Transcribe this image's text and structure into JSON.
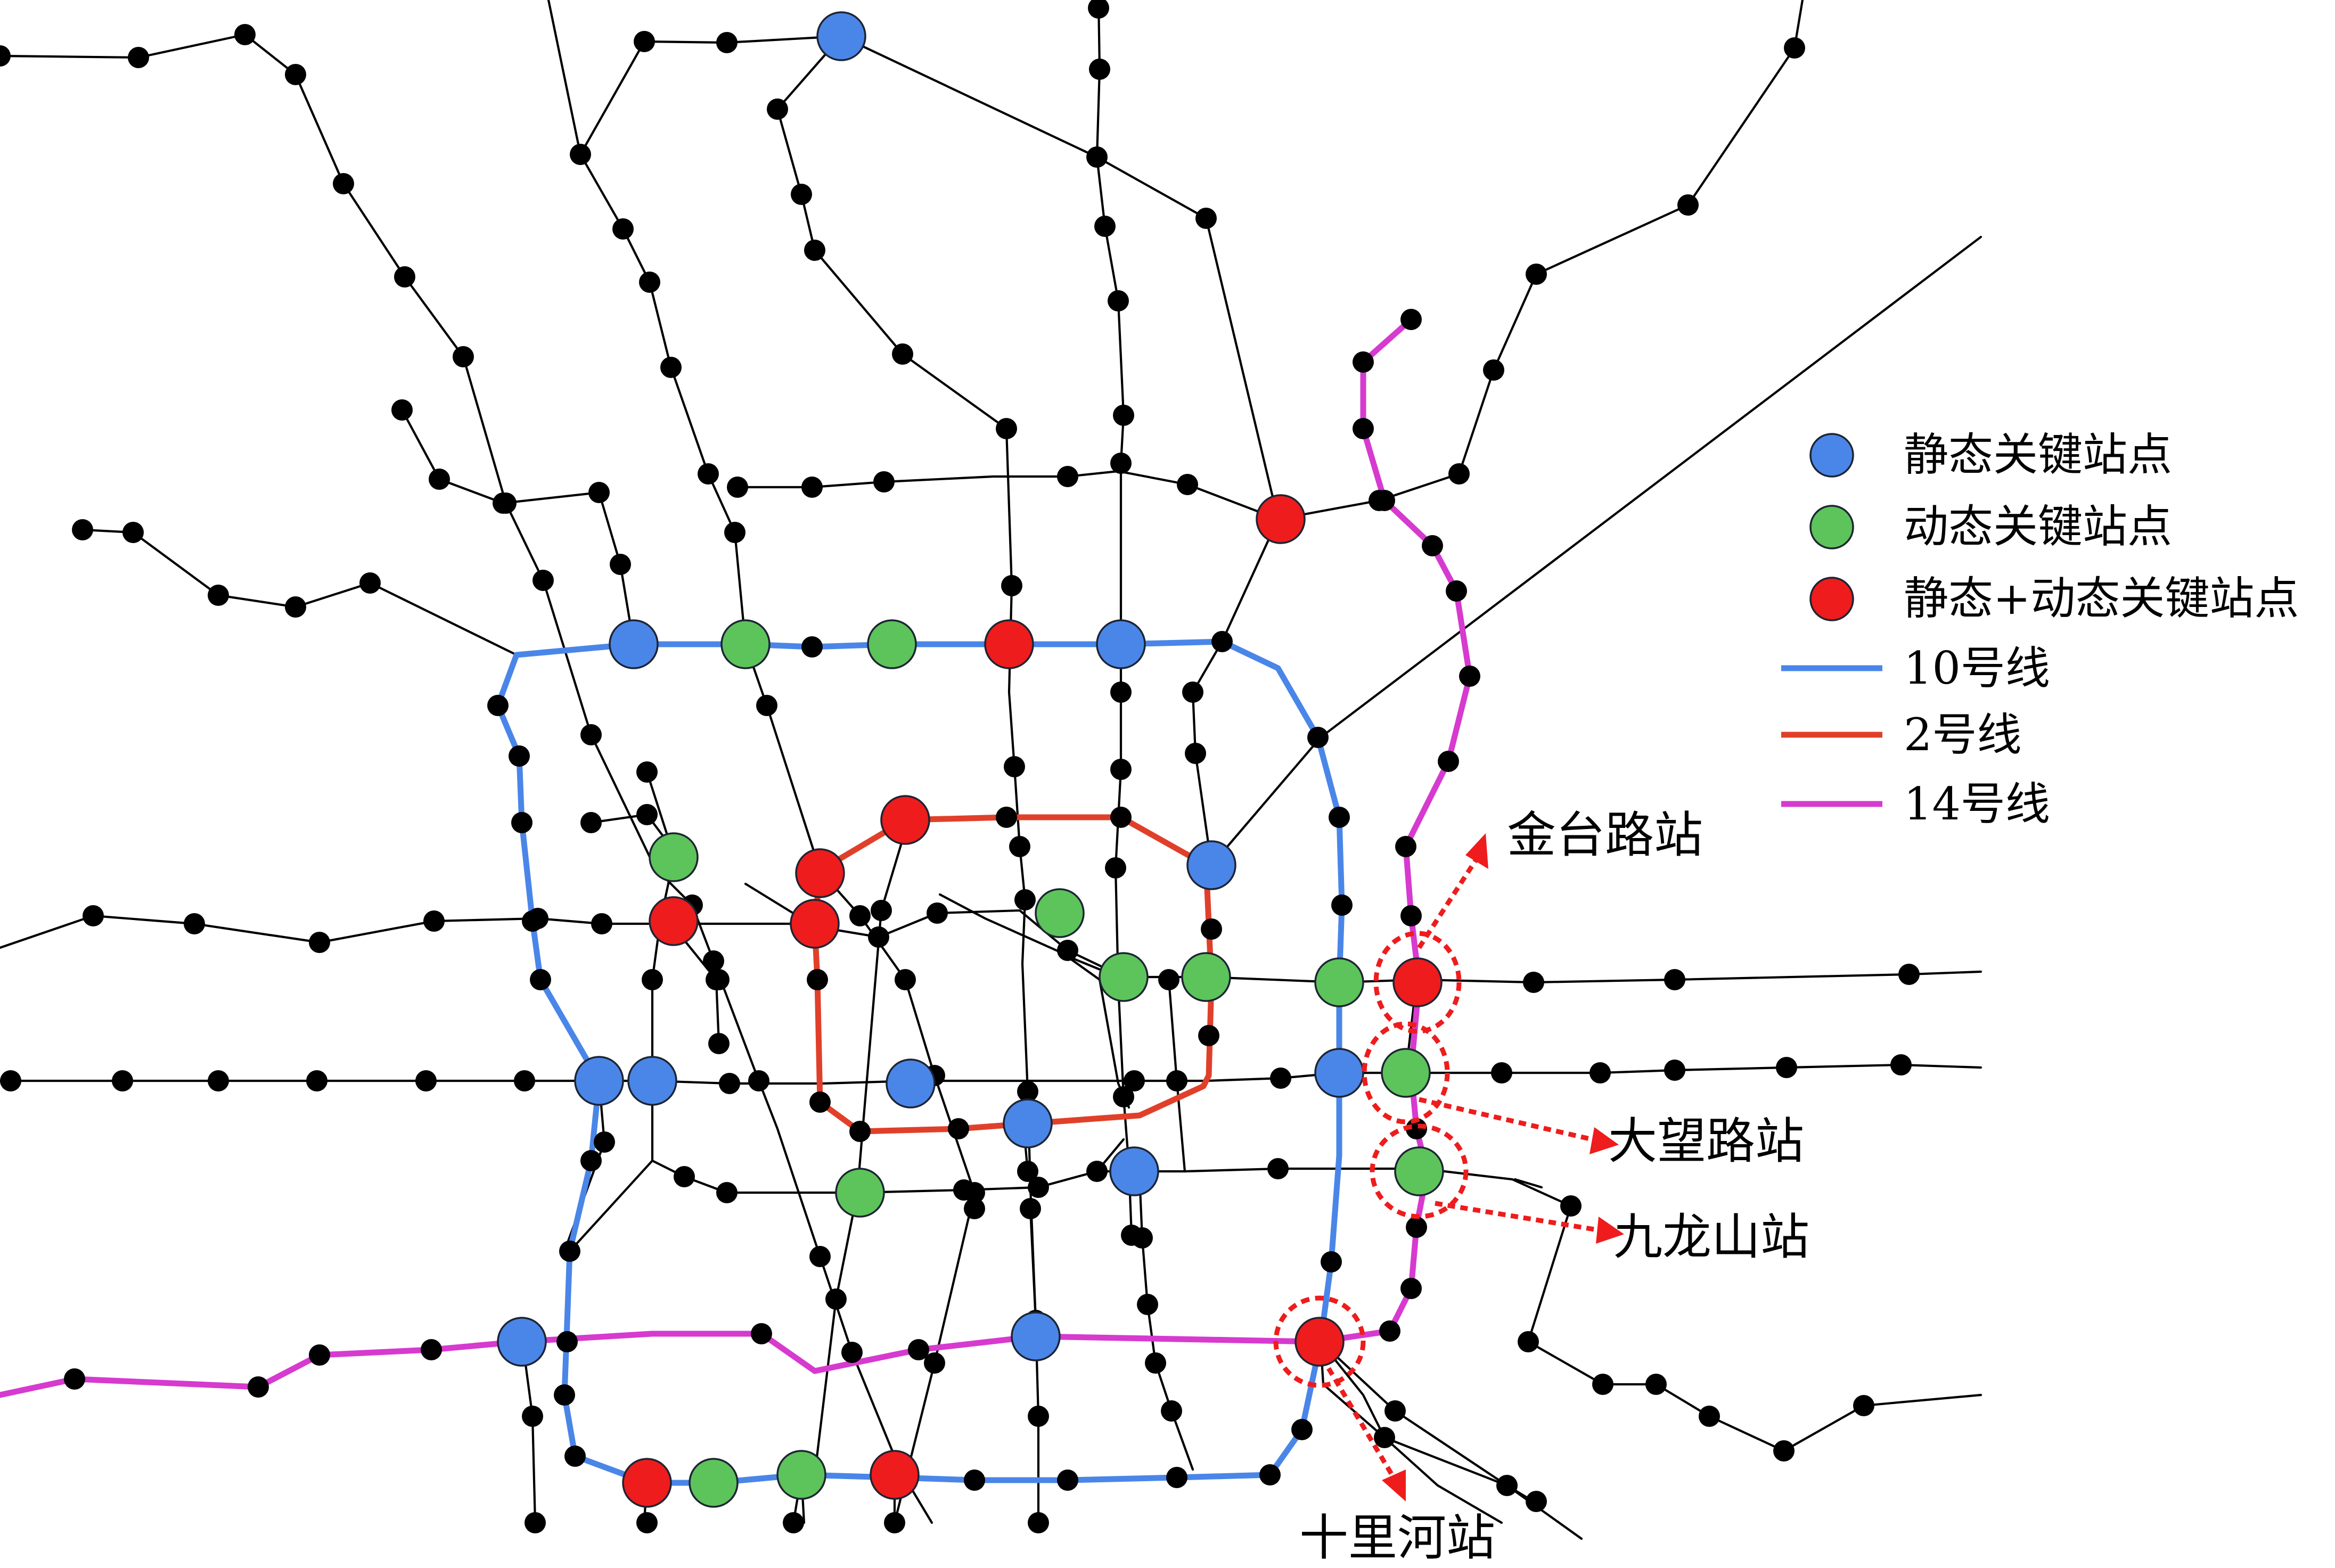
{
  "legend": {
    "static_key": "静态关键站点",
    "dynamic_key": "动态关键站点",
    "both_key": "静态+动态关键站点",
    "line10": "10号线",
    "line2": "2号线",
    "line14": "14号线"
  },
  "callouts": {
    "jintailu": "金台路站",
    "dawanglu": "大望路站",
    "jiulongshan": "九龙山站",
    "shilihe": "十里河站"
  },
  "colors": {
    "static": "#4a86e8",
    "dynamic": "#5cc45a",
    "both": "#ee1c1c",
    "line10": "#4a86e8",
    "line2": "#e0402a",
    "line14": "#d63acf",
    "highlight": "#ee1c1c"
  }
}
